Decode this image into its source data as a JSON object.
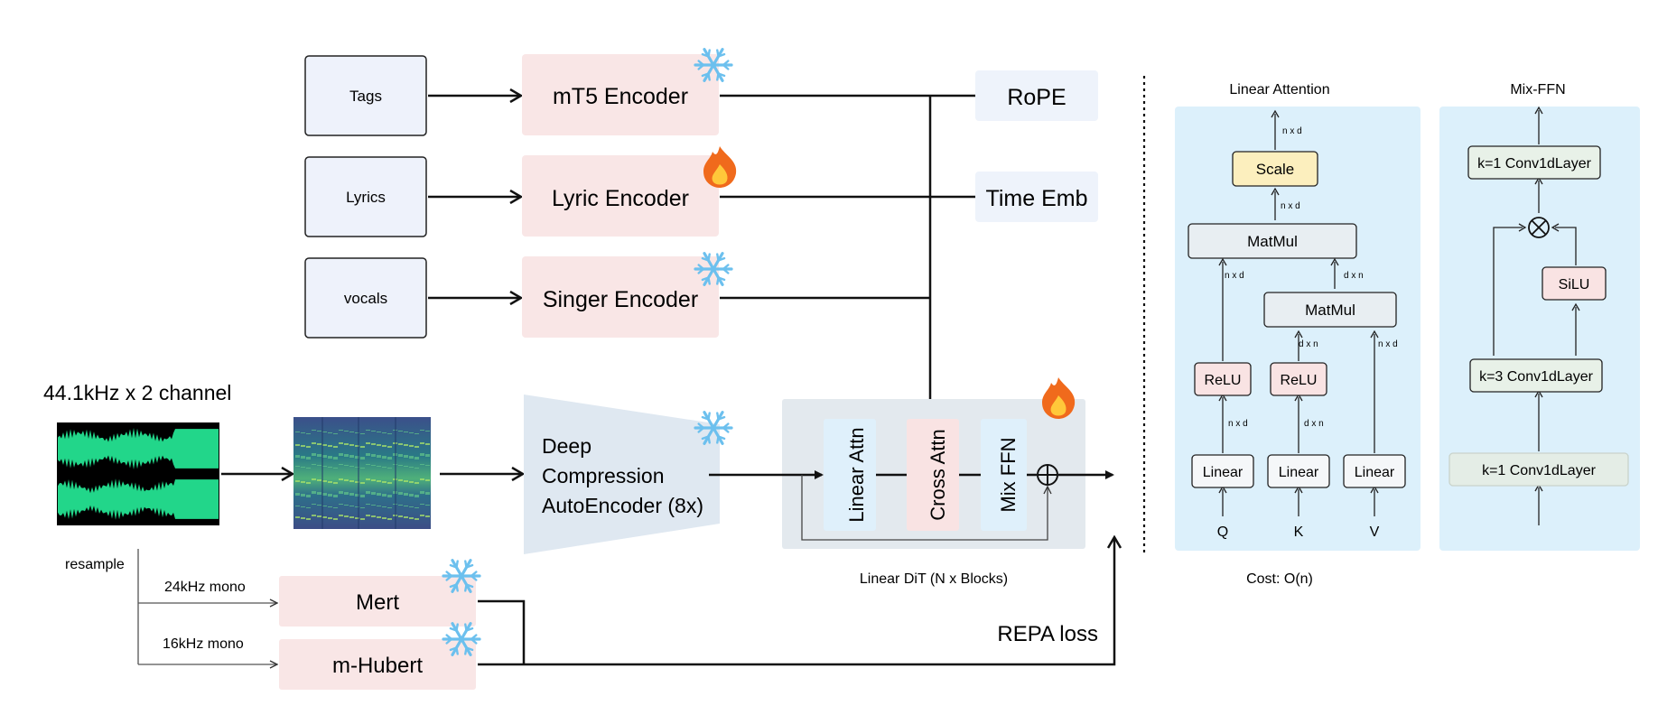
{
  "inputs": {
    "tags": "Tags",
    "lyrics": "Lyrics",
    "vocals": "vocals"
  },
  "encoders": {
    "mt5": "mT5 Encoder",
    "lyric": "Lyric Encoder",
    "singer": "Singer Encoder"
  },
  "conditions": {
    "rope": "RoPE",
    "time_emb": "Time Emb"
  },
  "audio": {
    "title": "44.1kHz x 2 channel",
    "resample": "resample",
    "mono24": "24kHz mono",
    "mono16": "16kHz mono"
  },
  "dcae": {
    "line1": "Deep",
    "line2": "Compression",
    "line3": "AutoEncoder (8x)"
  },
  "dit": {
    "linear_attn": "Linear Attn",
    "cross_attn": "Cross Attn",
    "mix_ffn": "Mix FFN",
    "caption": "Linear DiT (N x Blocks)"
  },
  "ssl": {
    "mert": "Mert",
    "mhubert": "m-Hubert",
    "repa": "REPA loss"
  },
  "linear_attention": {
    "title": "Linear Attention",
    "scale": "Scale",
    "matmul_top": "MatMul",
    "matmul_mid": "MatMul",
    "relu_q": "ReLU",
    "relu_k": "ReLU",
    "linear_q": "Linear",
    "linear_k": "Linear",
    "linear_v": "Linear",
    "q": "Q",
    "k": "K",
    "v": "V",
    "dim_nxd": "n x d",
    "dim_dxn": "d x n",
    "cost": "Cost: O(n)"
  },
  "mix_ffn": {
    "title": "Mix-FFN",
    "conv_top": "k=1 Conv1dLayer",
    "silu": "SiLU",
    "conv_mid": "k=3 Conv1dLayer",
    "conv_bottom": "k=1 Conv1dLayer",
    "mult_symbol": "⊗"
  },
  "icons": {
    "frozen": "snowflake-icon",
    "trainable": "flame-icon"
  },
  "colors": {
    "input_box": "#eef2fb",
    "encoder_box": "#f9e6e6",
    "cond_box": "#eef3fb",
    "dcae": "#dfe8f1",
    "dit_panel": "#e3e9ee",
    "attn_blue": "#dff0fb",
    "attn_pink": "#f9e3e3",
    "panel_blue": "#dcf0fb",
    "waveform": "#22d68a"
  }
}
